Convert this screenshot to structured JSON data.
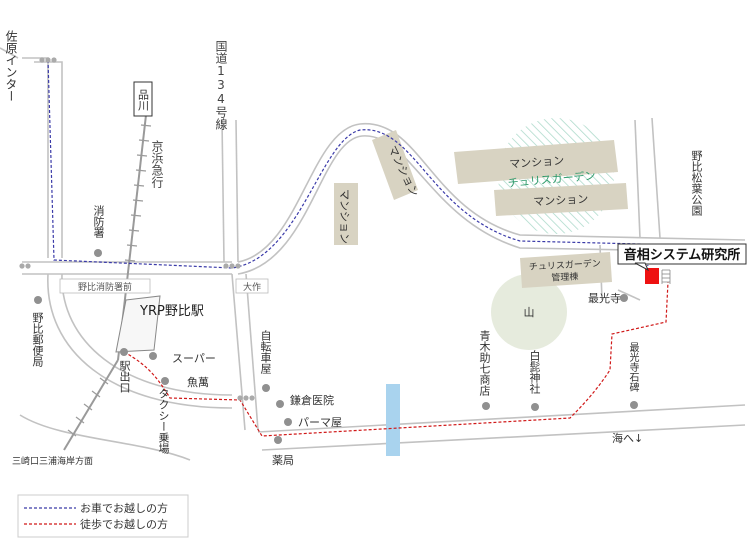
{
  "map": {
    "title_label": "音相システム研究所",
    "stairs_label": "石段",
    "labels": {
      "sawara": "佐原インター",
      "kokudo": "国道134号線",
      "shinagawa": "品川",
      "keikyu": "京浜急行",
      "shobosho": "消防署",
      "nobi_shobosho_mae": "野比消防署前",
      "daisaku": "大作",
      "yrp_station": "YRP野比駅",
      "yubinkyoku": "野比郵便局",
      "eki_deguchi": "駅出口",
      "super": "スーパー",
      "uoman": "魚萬",
      "taxi": "タクシー乗場",
      "misaki": "三崎口三浦海岸方面",
      "jitensha": "自転車屋",
      "kamakura": "鎌倉医院",
      "pama": "パーマ屋",
      "yakkyoku": "薬局",
      "mansion_a": "マンション",
      "mansion_b": "マンション",
      "mansion_c": "マンション",
      "mansion_d": "マンション",
      "churis": "チュリスガーデン",
      "churis_kanri": "チュリスガーデン\n管理棟",
      "churis_kanri_l1": "チュリスガーデン",
      "churis_kanri_l2": "管理棟",
      "yama": "山",
      "aoki": "青木助七商店",
      "shirahige": "白髭神社",
      "saikoji": "最光寺",
      "saikoji_sekihi": "最光寺石碑",
      "nobi_matsuba": "野比松葉公園",
      "umi": "海へ↓"
    },
    "legend": {
      "car": "お車でお越しの方",
      "walk": "徒歩でお越しの方"
    },
    "colors": {
      "road": "#b9b9b9",
      "car_route": "#3a3aa8",
      "walk_route": "#d01818",
      "destination": "#ee1111",
      "building": "#d8d3c2",
      "hill": "#e6ebdd",
      "garden_hatch": "#a8d8c8"
    }
  }
}
